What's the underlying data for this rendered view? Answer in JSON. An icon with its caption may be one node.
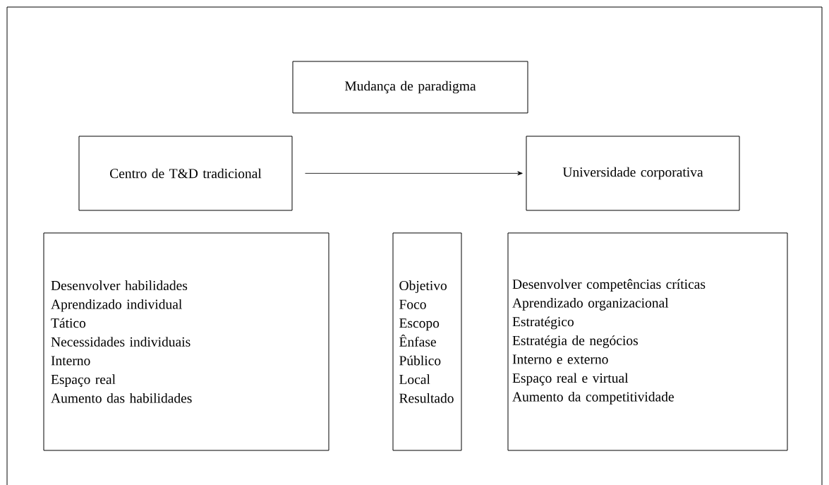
{
  "diagram": {
    "nodes": [
      {
        "text": [
          "Mudança de paradigma"
        ]
      },
      {
        "text": [
          "Centro de T&D tradicional"
        ]
      },
      {
        "text": [
          "Universidade corporativa"
        ]
      },
      {
        "text": [
          "Desenvolver habilidades",
          "Aprendizado individual",
          "Tático",
          "Necessidades individuais",
          "Interno",
          "Espaço real",
          "Aumento das habilidades"
        ]
      },
      {
        "text": [
          "Objetivo",
          "Foco",
          "Escopo",
          "Ênfase",
          "Público",
          "Local",
          "Resultado"
        ]
      },
      {
        "text": [
          "Desenvolver competências críticas",
          "Aprendizado organizacional",
          "Estratégico",
          "Estratégia de negócios",
          "Interno e externo",
          "Espaço real e virtual",
          "Aumento da competitividade"
        ]
      }
    ],
    "edges": [
      {
        "from": 1,
        "to": 2,
        "arrow": "to"
      }
    ]
  }
}
